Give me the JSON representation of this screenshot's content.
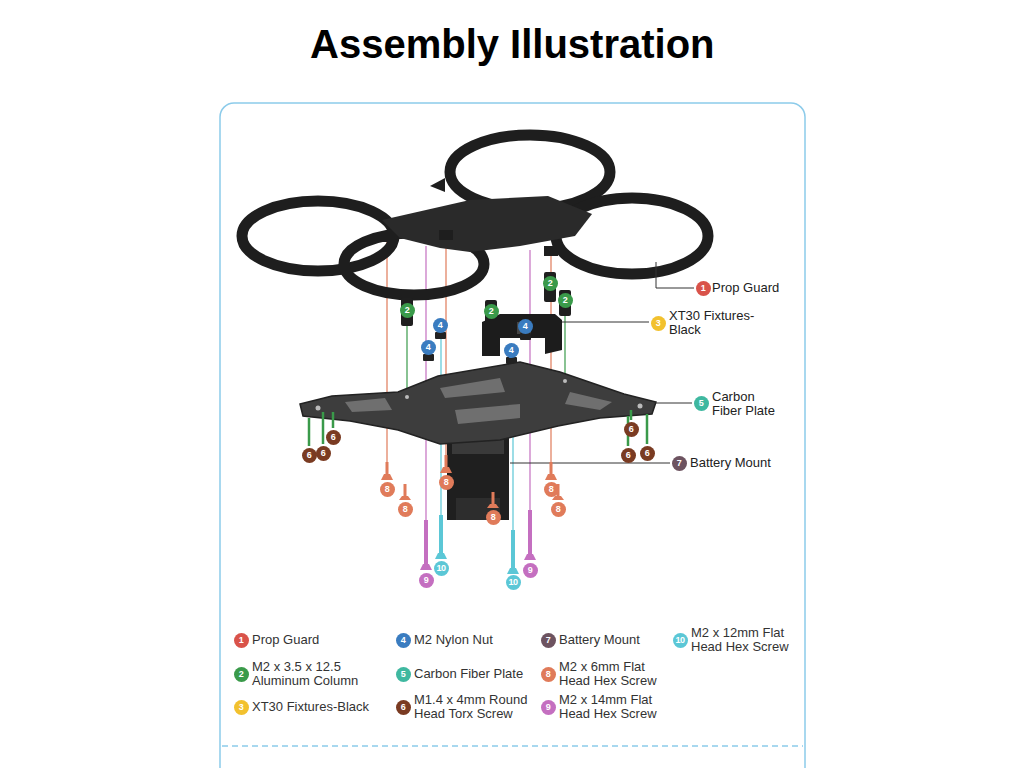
{
  "diagram": {
    "title": "Assembly Illustration",
    "labels": [
      "1",
      "Prop Guard",
      "3",
      "XT30 Fixtures-Black",
      "5",
      "Carbon Fiber Plate",
      "7",
      "Battery Mount",
      "2",
      "2",
      "2",
      "2",
      "4",
      "4",
      "4",
      "4",
      "6",
      "6",
      "6",
      "6",
      "6",
      "6",
      "8",
      "8",
      "8",
      "8",
      "8",
      "8",
      "9",
      "9",
      "10",
      "10",
      "1",
      "2",
      "3",
      "4",
      "5",
      "6",
      "7",
      "8",
      "9",
      "10"
    ],
    "legend": [
      {
        "text": "Prop Guard",
        "color": "#d9534a"
      },
      {
        "text": "M2 x 3.5 x 12.5 Aluminum Column",
        "color": "#3a9a4a"
      },
      {
        "text": "XT30 Fixtures-Black",
        "color": "#f2c12e"
      },
      {
        "text": "M2 Nylon Nut",
        "color": "#3a7cc0"
      },
      {
        "text": "Carbon Fiber Plate",
        "color": "#3fb8a0"
      },
      {
        "text": "M1.4 x 4mm Round Head Torx Screw",
        "color": "#7a3b22"
      },
      {
        "text": "Battery Mount",
        "color": "#6d5360"
      },
      {
        "text": "M2 x 6mm Flat Head Hex Screw",
        "color": "#e07b5a"
      },
      {
        "text": "M2 x 14mm Flat Head Hex Screw",
        "color": "#c46fc0"
      },
      {
        "text": "M2 x 12mm Flat Head Hex Screw",
        "color": "#5bc7d6"
      }
    ]
  }
}
